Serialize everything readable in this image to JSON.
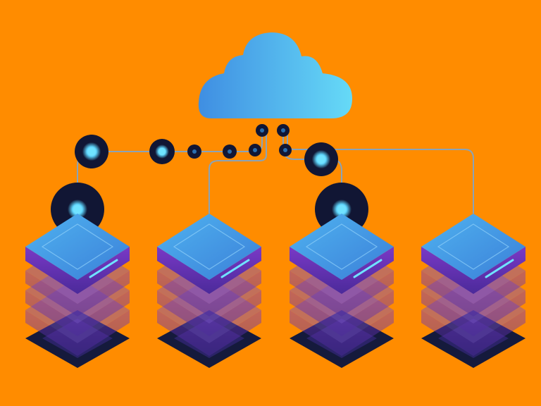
{
  "colors": {
    "background": "#FF8C00",
    "cloud_left": "#3F96E4",
    "cloud_right": "#62D3F5",
    "server_top": "#3E8FE0",
    "server_side": "#6A2FB8",
    "node_dark": "#111634",
    "node_glow": "#6FE3FF",
    "wire": "#7FA7C8"
  },
  "icons": {
    "cloud": "cloud-icon",
    "server": "server-stack-icon",
    "node": "connection-node-icon"
  },
  "servers": [
    {
      "id": "server-1",
      "active": true
    },
    {
      "id": "server-2",
      "active": false
    },
    {
      "id": "server-3",
      "active": true
    },
    {
      "id": "server-4",
      "active": false
    }
  ]
}
